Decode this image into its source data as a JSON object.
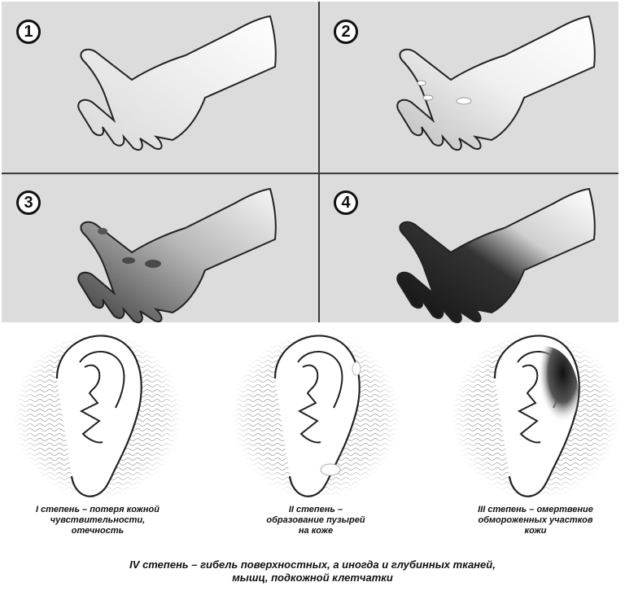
{
  "panels": [
    {
      "number": "1"
    },
    {
      "number": "2"
    },
    {
      "number": "3"
    },
    {
      "number": "4"
    }
  ],
  "captions": [
    {
      "lines": [
        "I степень – потеря кожной",
        "чувствительности,",
        "отечность"
      ]
    },
    {
      "lines": [
        "II степень –",
        "образование пузырей",
        "на коже"
      ]
    },
    {
      "lines": [
        "III степень – омертвение",
        "обмороженных участков",
        "кожи"
      ]
    }
  ],
  "footer": {
    "lines": [
      "IV степень – гибель поверхностных, а иногда и глубинных тканей,",
      "мышц, подкожной клетчатки"
    ]
  },
  "colors": {
    "panel_bg": "#dcdcdc",
    "divider": "#3a3a3a",
    "outline": "#222222"
  }
}
